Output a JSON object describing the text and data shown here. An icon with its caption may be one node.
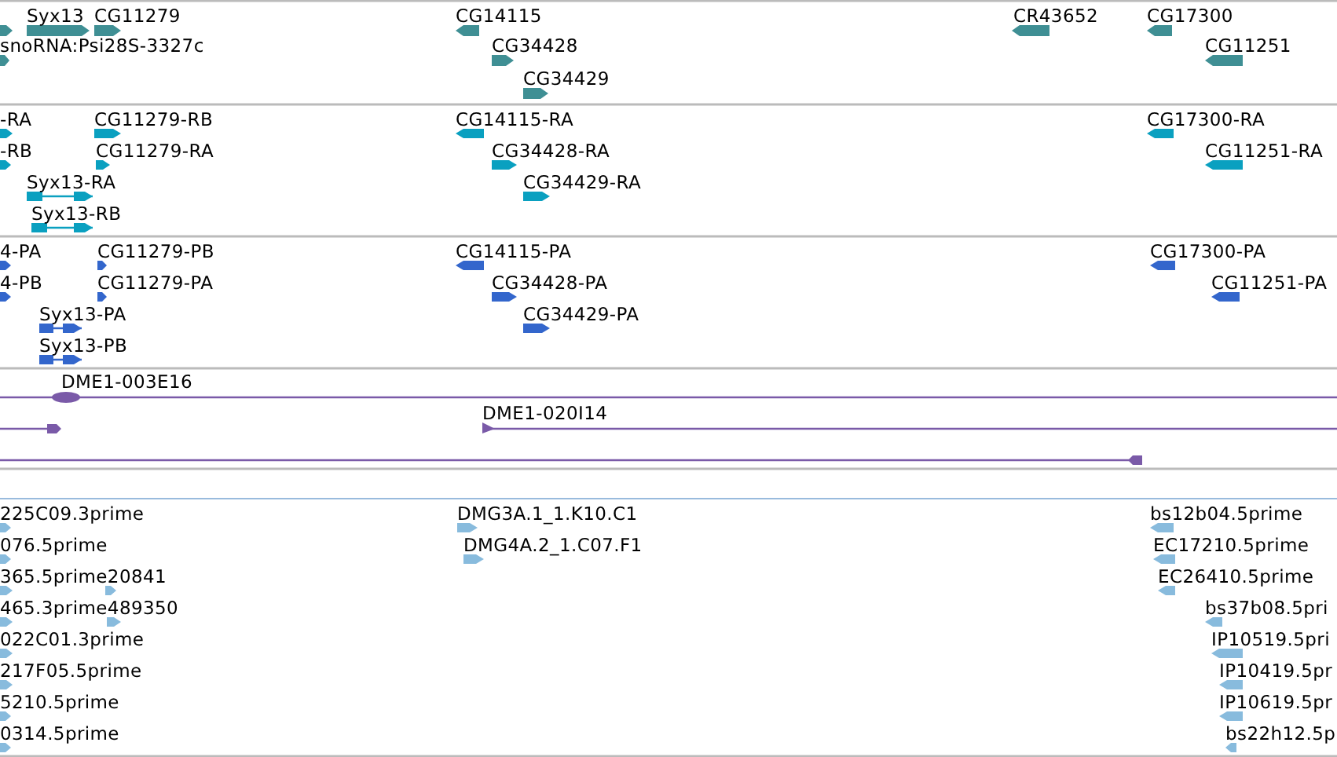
{
  "diagram": {
    "labels": [
      "Syx13",
      "CG11279",
      "CG14115",
      "CR43652",
      "CG17300",
      "snoRNA:Psi28S-3327c",
      "CG34428",
      "CG11251",
      "CG34429",
      "-RA",
      "CG11279-RB",
      "CG14115-RA",
      "CG17300-RA",
      "-RB",
      "CG11279-RA",
      "CG34428-RA",
      "CG11251-RA",
      "Syx13-RA",
      "CG34429-RA",
      "Syx13-RB",
      "4-PA",
      "CG11279-PB",
      "CG14115-PA",
      "CG17300-PA",
      "4-PB",
      "CG11279-PA",
      "CG34428-PA",
      "CG11251-PA",
      "Syx13-PA",
      "CG34429-PA",
      "Syx13-PB",
      "DME1-003E16",
      "DME1-020I14",
      "225C09.3prime",
      "DMG3A.1_1.K10.C1",
      "bs12b04.5prime",
      "076.5prime",
      "DMG4A.2_1.C07.F1",
      "EC17210.5prime",
      "365.5prime20841",
      "EC26410.5prime",
      "465.3prime489350",
      "bs37b08.5pri",
      "022C01.3prime",
      "IP10519.5pri",
      "217F05.5prime",
      "IP10419.5pr",
      "5210.5prime",
      "IP10619.5pr",
      "0314.5prime",
      "bs22h12.5p"
    ]
  }
}
